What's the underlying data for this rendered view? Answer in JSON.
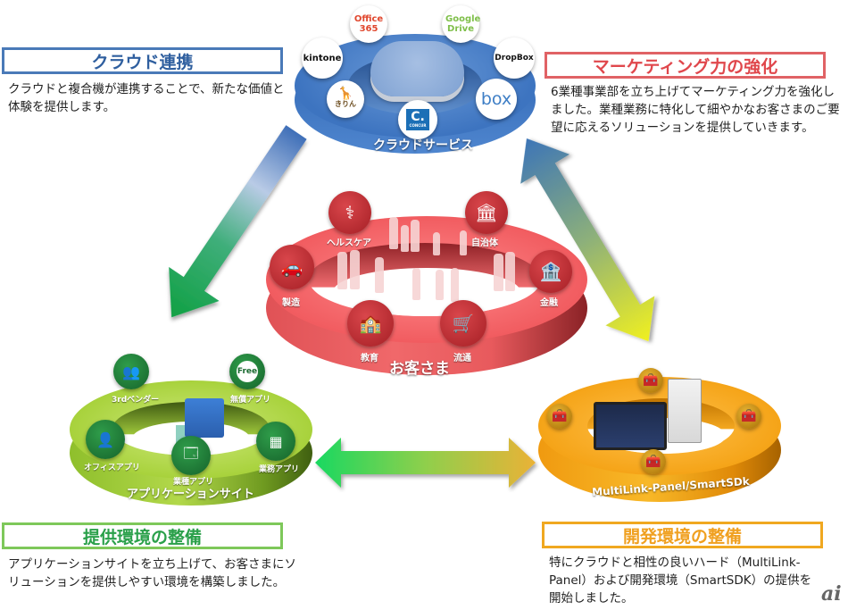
{
  "sections": {
    "cloud": {
      "title": "クラウド連携",
      "description": "クラウドと複合機が連携することで、新たな価値と体験を提供します。",
      "color": "#4472c4"
    },
    "marketing": {
      "title": "マーケティング力の強化",
      "description": "6業種事業部を立ち上げてマーケティング力を強化しました。業種業務に特化して細やかなお客さまのご要望に応えるソリューションを提供していきます。",
      "color": "#e0474c"
    },
    "provision": {
      "title": "提供環境の整備",
      "description": "アプリケーションサイトを立ち上げて、お客さまにソリューションを提供しやすい環境を構築しました。",
      "color": "#2aa04a"
    },
    "development": {
      "title": "開発環境の整備",
      "description": "特にクラウドと相性の良いハード（MultiLink-Panel）および開発環境（SmartSDK）の提供を開始しました。",
      "color": "#f0a020"
    }
  },
  "rings": {
    "cloud": {
      "label": "クラウドサービス",
      "services": {
        "office365": "Office 365",
        "google_drive": "Google Drive",
        "kintone": "kintone",
        "dropbox": "DropBox",
        "kirin": "きりん",
        "box": "box",
        "concur": "CONCUR"
      }
    },
    "customer": {
      "label": "お客さま",
      "industries": {
        "healthcare": "ヘルスケア",
        "government": "自治体",
        "manufacturing": "製造",
        "finance": "金融",
        "education": "教育",
        "distribution": "流通"
      }
    },
    "app": {
      "label": "アプリケーションサイト",
      "items": {
        "vendor": "3rdベンダー",
        "free": "無償アプリ",
        "office": "オフィスアプリ",
        "industry": "業種アプリ",
        "business": "業務アプリ"
      },
      "free_badge": "Free"
    },
    "dev": {
      "label": "MultiLink-Panel/SmartSDk"
    }
  },
  "watermark": "ai",
  "icons": {
    "cloud": "cloud-icon",
    "doctor": "doctor-icon",
    "capitol": "capitol-icon",
    "car": "car-icon",
    "bank": "bank-icon",
    "school": "school-icon",
    "cart": "cart-icon",
    "people": "people-icon",
    "free": "free-badge-icon",
    "person": "person-icon",
    "window": "window-cursor-icon",
    "calculator": "calculator-icon",
    "toolbox": "toolbox-icon"
  }
}
